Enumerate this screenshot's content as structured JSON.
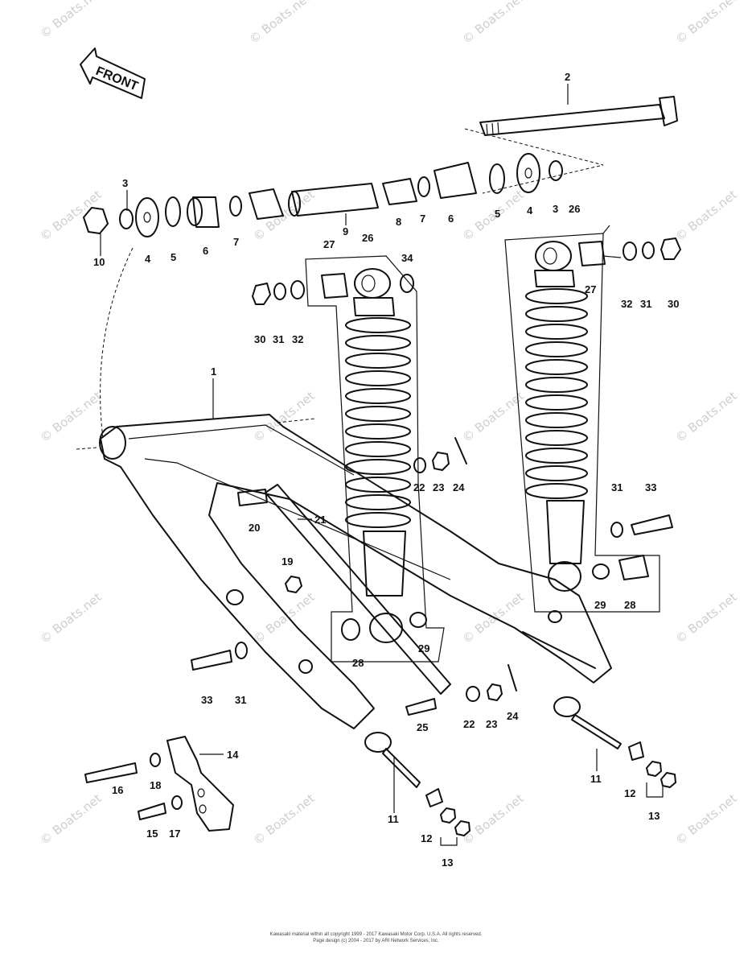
{
  "front_label": "FRONT",
  "watermark_text": "© Boats.net",
  "footer": {
    "line1": "Kawasaki material within all copyright 1999 - 2017 Kawasaki Motor Corp. U.S.A. All rights reserved.",
    "line2": "Page design (c) 2004 - 2017 by ARI Network Services, Inc."
  },
  "part_labels": [
    {
      "id": "lbl-2",
      "text": "2"
    },
    {
      "id": "lbl-3a",
      "text": "3"
    },
    {
      "id": "lbl-10",
      "text": "10"
    },
    {
      "id": "lbl-4a",
      "text": "4"
    },
    {
      "id": "lbl-5a",
      "text": "5"
    },
    {
      "id": "lbl-6a",
      "text": "6"
    },
    {
      "id": "lbl-7a",
      "text": "7"
    },
    {
      "id": "lbl-9",
      "text": "9"
    },
    {
      "id": "lbl-8",
      "text": "8"
    },
    {
      "id": "lbl-7b",
      "text": "7"
    },
    {
      "id": "lbl-6b",
      "text": "6"
    },
    {
      "id": "lbl-5b",
      "text": "5"
    },
    {
      "id": "lbl-4b",
      "text": "4"
    },
    {
      "id": "lbl-3b",
      "text": "3"
    },
    {
      "id": "lbl-26a",
      "text": "26"
    },
    {
      "id": "lbl-26b",
      "text": "26"
    },
    {
      "id": "lbl-27a",
      "text": "27"
    },
    {
      "id": "lbl-34",
      "text": "34"
    },
    {
      "id": "lbl-30a",
      "text": "30"
    },
    {
      "id": "lbl-31a",
      "text": "31"
    },
    {
      "id": "lbl-32a",
      "text": "32"
    },
    {
      "id": "lbl-27b",
      "text": "27"
    },
    {
      "id": "lbl-32b",
      "text": "32"
    },
    {
      "id": "lbl-31b",
      "text": "31"
    },
    {
      "id": "lbl-30b",
      "text": "30"
    },
    {
      "id": "lbl-1",
      "text": "1"
    },
    {
      "id": "lbl-22a",
      "text": "22"
    },
    {
      "id": "lbl-23a",
      "text": "23"
    },
    {
      "id": "lbl-24a",
      "text": "24"
    },
    {
      "id": "lbl-20",
      "text": "20"
    },
    {
      "id": "lbl-21",
      "text": "21"
    },
    {
      "id": "lbl-19",
      "text": "19"
    },
    {
      "id": "lbl-31c",
      "text": "31"
    },
    {
      "id": "lbl-33a",
      "text": "33"
    },
    {
      "id": "lbl-29a",
      "text": "29"
    },
    {
      "id": "lbl-28a",
      "text": "28"
    },
    {
      "id": "lbl-28b",
      "text": "28"
    },
    {
      "id": "lbl-29b",
      "text": "29"
    },
    {
      "id": "lbl-33b",
      "text": "33"
    },
    {
      "id": "lbl-31d",
      "text": "31"
    },
    {
      "id": "lbl-25",
      "text": "25"
    },
    {
      "id": "lbl-22b",
      "text": "22"
    },
    {
      "id": "lbl-23b",
      "text": "23"
    },
    {
      "id": "lbl-24b",
      "text": "24"
    },
    {
      "id": "lbl-14",
      "text": "14"
    },
    {
      "id": "lbl-16",
      "text": "16"
    },
    {
      "id": "lbl-18",
      "text": "18"
    },
    {
      "id": "lbl-15",
      "text": "15"
    },
    {
      "id": "lbl-17",
      "text": "17"
    },
    {
      "id": "lbl-11a",
      "text": "11"
    },
    {
      "id": "lbl-12a",
      "text": "12"
    },
    {
      "id": "lbl-13a",
      "text": "13"
    },
    {
      "id": "lbl-11b",
      "text": "11"
    },
    {
      "id": "lbl-12b",
      "text": "12"
    },
    {
      "id": "lbl-13b",
      "text": "13"
    }
  ]
}
